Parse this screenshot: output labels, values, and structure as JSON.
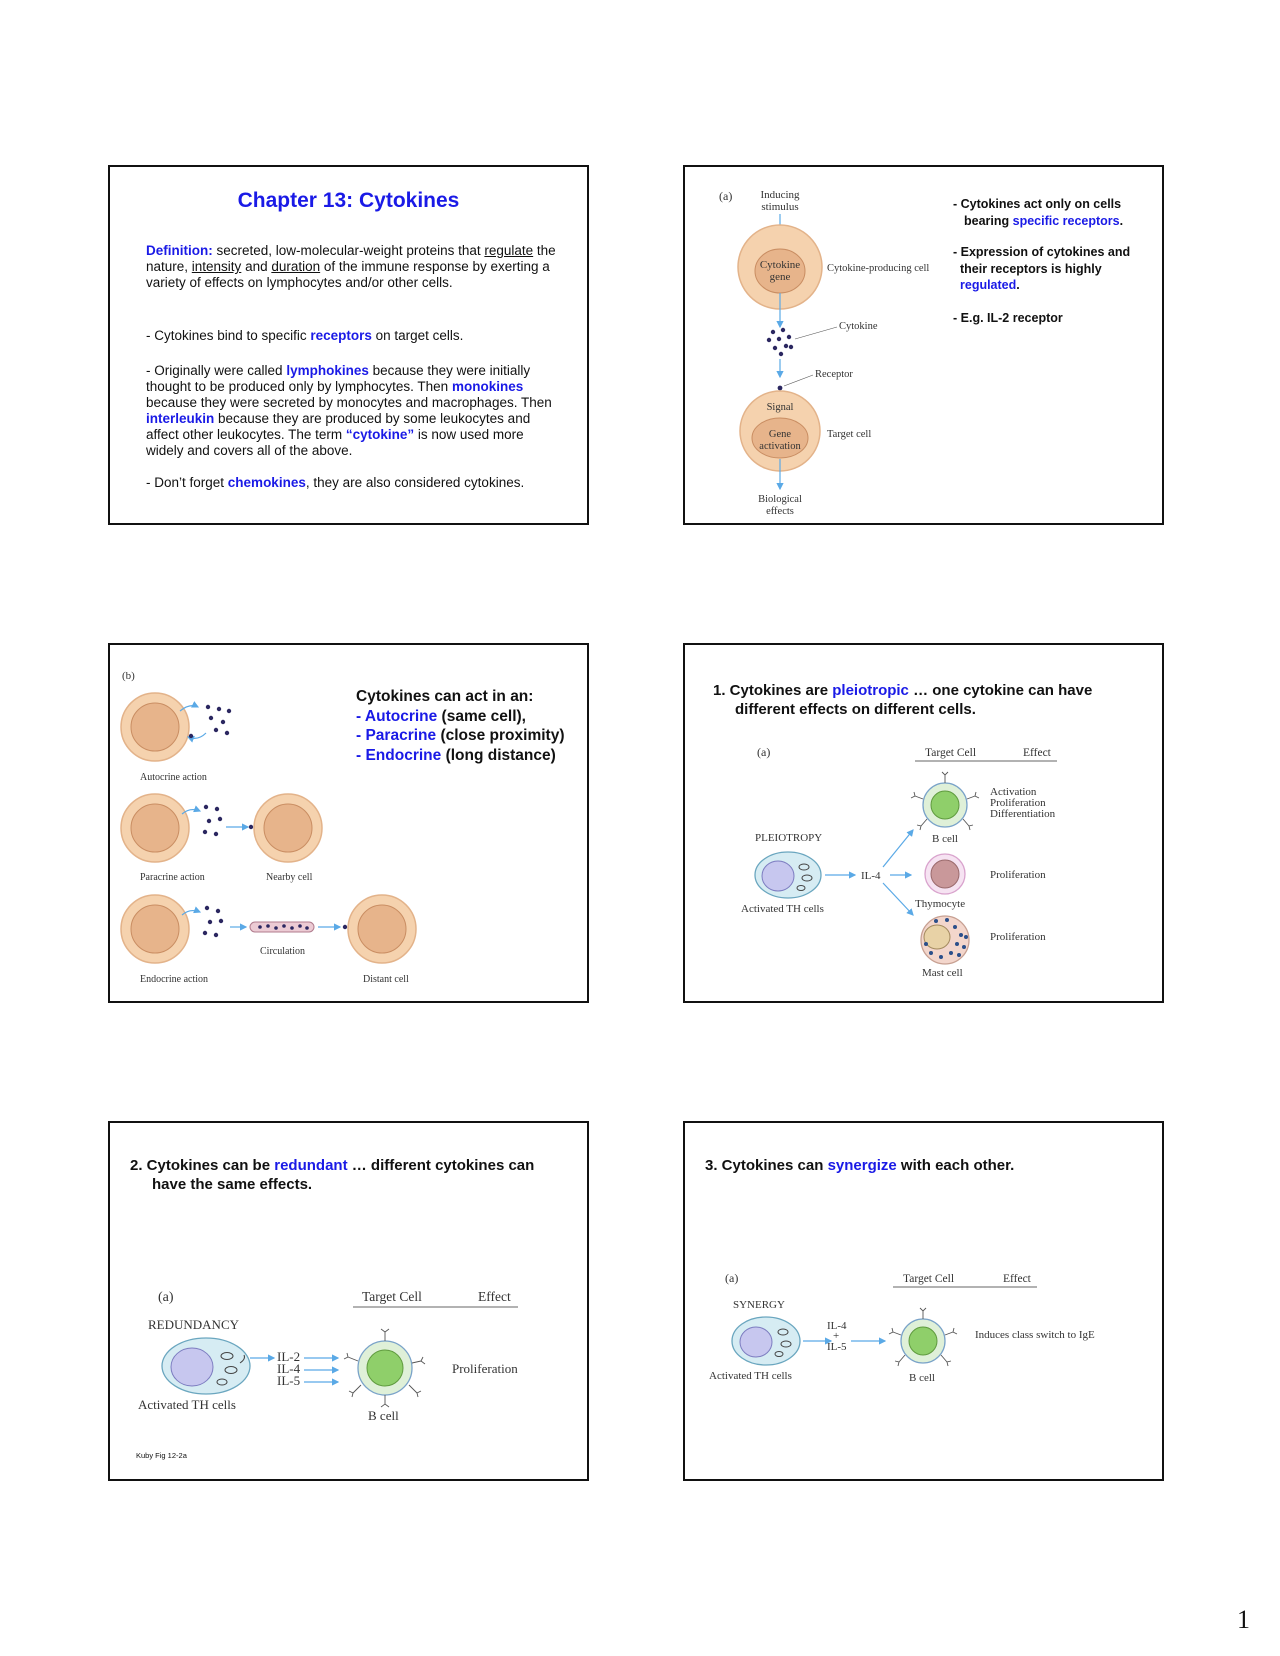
{
  "page_number": "1",
  "slide1": {
    "title": "Chapter 13: Cytokines",
    "def_label": "Definition:",
    "def_t1": " secreted, low-molecular-weight proteins that ",
    "def_regulate": "regulate",
    "def_t2": " the nature, ",
    "def_intensity": "intensity",
    "def_t3": " and ",
    "def_duration": "duration",
    "def_t4": " of the immune response by exerting a variety of effects on lymphocytes and/or other cells.",
    "p2_a": "- Cytokines bind to specific ",
    "p2_b": "receptors",
    "p2_c": " on target cells.",
    "p3_a": "- Originally were called ",
    "p3_b": "lymphokines",
    "p3_c": " because they were initially thought to be produced only by lymphocytes. Then ",
    "p3_d": "monokines",
    "p3_e": " because they were secreted by monocytes and macrophages. Then ",
    "p3_f": "interleukin",
    "p3_g": " because they are produced by some leukocytes and affect other leukocytes.  The term ",
    "p3_h": "“cytokine”",
    "p3_i": " is now used more widely and covers all of the above.",
    "p4_a": "- Don’t forget ",
    "p4_b": "chemokines",
    "p4_c": ", they are also considered cytokines."
  },
  "slide2": {
    "fig_a": "(a)",
    "inducing": "Inducing",
    "stimulus": "stimulus",
    "cytokine_gene_1": "Cytokine",
    "cytokine_gene_2": "gene",
    "producing_cell": "Cytokine-producing cell",
    "cytokine_label": "Cytokine",
    "receptor_label": "Receptor",
    "signal": "Signal",
    "gene_1": "Gene",
    "gene_2": "activation",
    "target_cell": "Target cell",
    "bio_1": "Biological",
    "bio_2": "effects",
    "b1_a": "- Cytokines act only on cells",
    "b1_b": "bearing ",
    "b1_c": "specific receptors",
    "b1_d": ".",
    "b2_a": "- Expression of cytokines and",
    "b2_b": "their receptors is highly",
    "b2_c": "regulated",
    "b2_d": ".",
    "b3": "- E.g. IL-2 receptor"
  },
  "slide3": {
    "fig_b": "(b)",
    "autocrine_action": "Autocrine action",
    "paracrine_action": "Paracrine action",
    "nearby_cell": "Nearby cell",
    "circulation": "Circulation",
    "endocrine_action": "Endocrine action",
    "distant_cell": "Distant cell",
    "heading": "Cytokines can act in an:",
    "l1_dash": "- ",
    "l1_b": "Autocrine",
    "l1_c": " (same cell),",
    "l2_dash": "- ",
    "l2_b": "Paracrine",
    "l2_c": " (close proximity)",
    "l3_dash": "- ",
    "l3_b": "Endocrine",
    "l3_c": " (long distance)"
  },
  "slide4": {
    "h_a": "1. Cytokines are ",
    "h_b": "pleiotropic",
    "h_c": " … one cytokine can have",
    "h_d": "different effects on different cells.",
    "fig_a": "(a)",
    "target_cell": "Target Cell",
    "effect": "Effect",
    "pleiotropy": "PLEIOTROPY",
    "activated_th": "Activated TH cells",
    "il4": "IL-4",
    "b_cell": "B cell",
    "thymocyte": "Thymocyte",
    "mast_cell": "Mast cell",
    "eff1": "Activation",
    "eff2": "Proliferation",
    "eff3": "Differentiation",
    "eff_thymo": "Proliferation",
    "eff_mast": "Proliferation"
  },
  "slide5": {
    "h_a": "2. Cytokines can be ",
    "h_b": "redundant",
    "h_c": " … different cytokines can",
    "h_d": "have the same effects.",
    "fig_a": "(a)",
    "target_cell": "Target Cell",
    "effect": "Effect",
    "redundancy": "REDUNDANCY",
    "il2": "IL-2",
    "il4": "IL-4",
    "il5": "IL-5",
    "proliferation": "Proliferation",
    "activated_th": "Activated TH cells",
    "b_cell": "B cell",
    "footnote": "Kuby Fig 12-2a"
  },
  "slide6": {
    "h_a": "3. Cytokines can ",
    "h_b": "synergize",
    "h_c": " with each other.",
    "fig_a": "(a)",
    "target_cell": "Target Cell",
    "effect": "Effect",
    "synergy": "SYNERGY",
    "il4": "IL-4",
    "plus": "+",
    "il5": "IL-5",
    "induces": "Induces class switch to IgE",
    "activated_th": "Activated TH cells",
    "b_cell": "B cell"
  }
}
